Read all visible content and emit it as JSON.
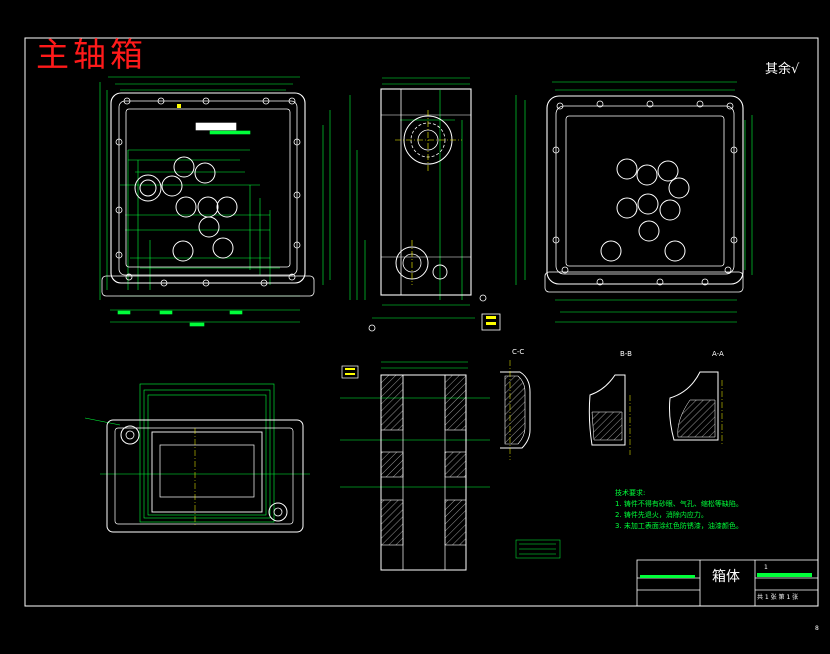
{
  "drawing": {
    "title": "主轴箱",
    "roughness_note": "其余",
    "part_name": "箱体",
    "sheet_info": "共 1 张  第 1 张",
    "scale": "1",
    "section_labels": [
      "C-C",
      "B-B",
      "A-A"
    ],
    "tech_title": "技术要求:",
    "tech_notes": [
      "1. 铸件不得有砂眼、气孔、缩松等缺陷。",
      "2. 铸件先退火，消除内应力。",
      "3. 未加工表面涂红色防锈漆，油漆颜色。"
    ],
    "page_marker": "8"
  },
  "colors": {
    "background": "#000000",
    "line_geometry": "#ffffff",
    "dimension": "#00ff3a",
    "hidden_or_special": "#ffff00",
    "title": "#ff1a1a"
  }
}
